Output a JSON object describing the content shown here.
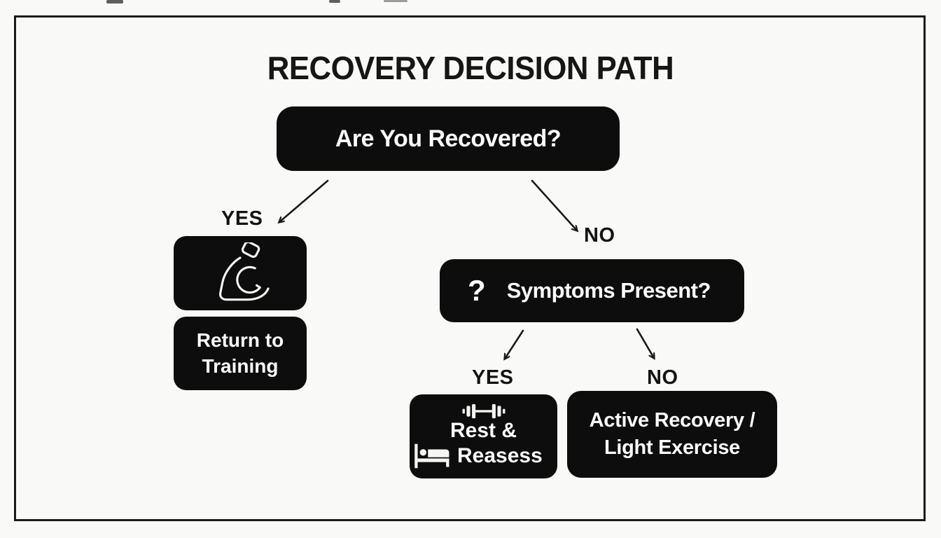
{
  "title": "RECOVERY DECISION PATH",
  "flowchart": {
    "root": {
      "question": "Are You Recovered?"
    },
    "yes_branch": {
      "label": "YES",
      "icon": "flexed-bicep-icon",
      "outcome": "Return to Training"
    },
    "no_branch": {
      "label": "NO",
      "question_icon": "?",
      "question": "Symptoms Present?",
      "yes_branch": {
        "label": "YES",
        "icons": [
          "dumbbell-icon",
          "bed-icon"
        ],
        "outcome_line1": "Rest &",
        "outcome_line2": "Reasess"
      },
      "no_branch": {
        "label": "NO",
        "outcome": "Active Recovery / Light Exercise"
      }
    }
  },
  "colors": {
    "background": "#f9f9f7",
    "frame": "#1a1a1a",
    "node_background": "#0d0d0d",
    "node_text": "#fcfcfc",
    "label_text": "#141414",
    "arrow": "#1a1a1a"
  }
}
